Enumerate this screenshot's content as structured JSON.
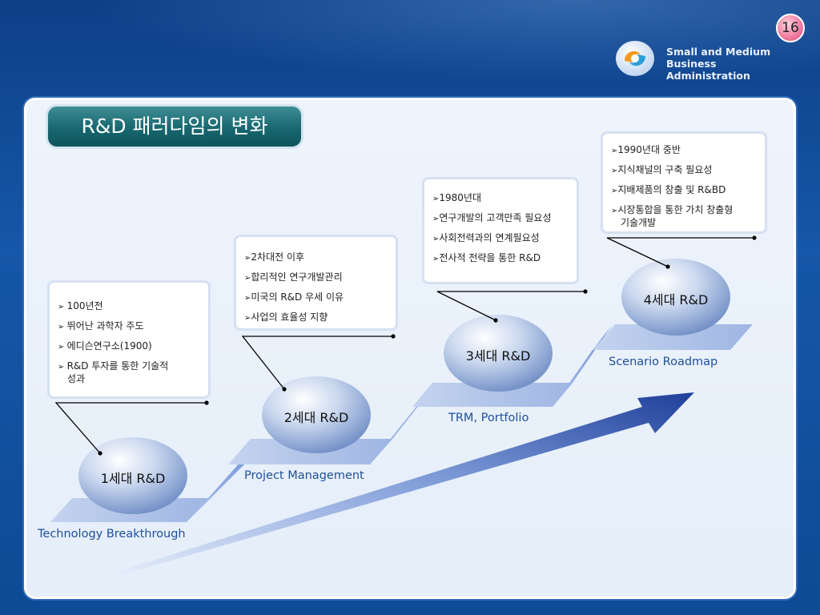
{
  "page_number": "16",
  "org": {
    "line1": "Small and Medium Business",
    "line2": "Administration"
  },
  "title": "R&D 패러다임의 변화",
  "stages": [
    {
      "label": "1세대 R&D",
      "caption": "Technology Breakthrough",
      "bullets": [
        "100년전",
        "뛰어난 과학자 주도",
        "에디슨연구소(1900)",
        "R&D 투자를 통한 기술적 성과"
      ]
    },
    {
      "label": "2세대 R&D",
      "caption": "Project Management",
      "bullets": [
        "2차대전 이후",
        "합리적인 연구개발관리",
        "미국의 R&D 우세 이유",
        "사업의 효율성 지향"
      ]
    },
    {
      "label": "3세대 R&D",
      "caption": "TRM, Portfolio",
      "bullets": [
        "1980년대",
        "연구개발의 고객만족 필요성",
        "사회전력과의 연계필요성",
        "전사적 전략을 통한 R&D"
      ]
    },
    {
      "label": "4세대 R&D",
      "caption": "Scenario Roadmap",
      "bullets": [
        "1990년대 중반",
        "지식채널의 구축 필요성",
        "지배제품의 창출 및 R&BD",
        "시장통합을 통한 가치 창출형 기술개발"
      ]
    }
  ],
  "colors": {
    "background": "#1557a8",
    "title_tab": "#18676f",
    "caption_text": "#1f4f9a",
    "step": "#b3c6ea",
    "arrow": "#2d4fa8",
    "badge": "#f07aa0"
  },
  "icons": {
    "logo": "sbma-logo-icon",
    "bullet": "arrow-bullet-icon"
  }
}
